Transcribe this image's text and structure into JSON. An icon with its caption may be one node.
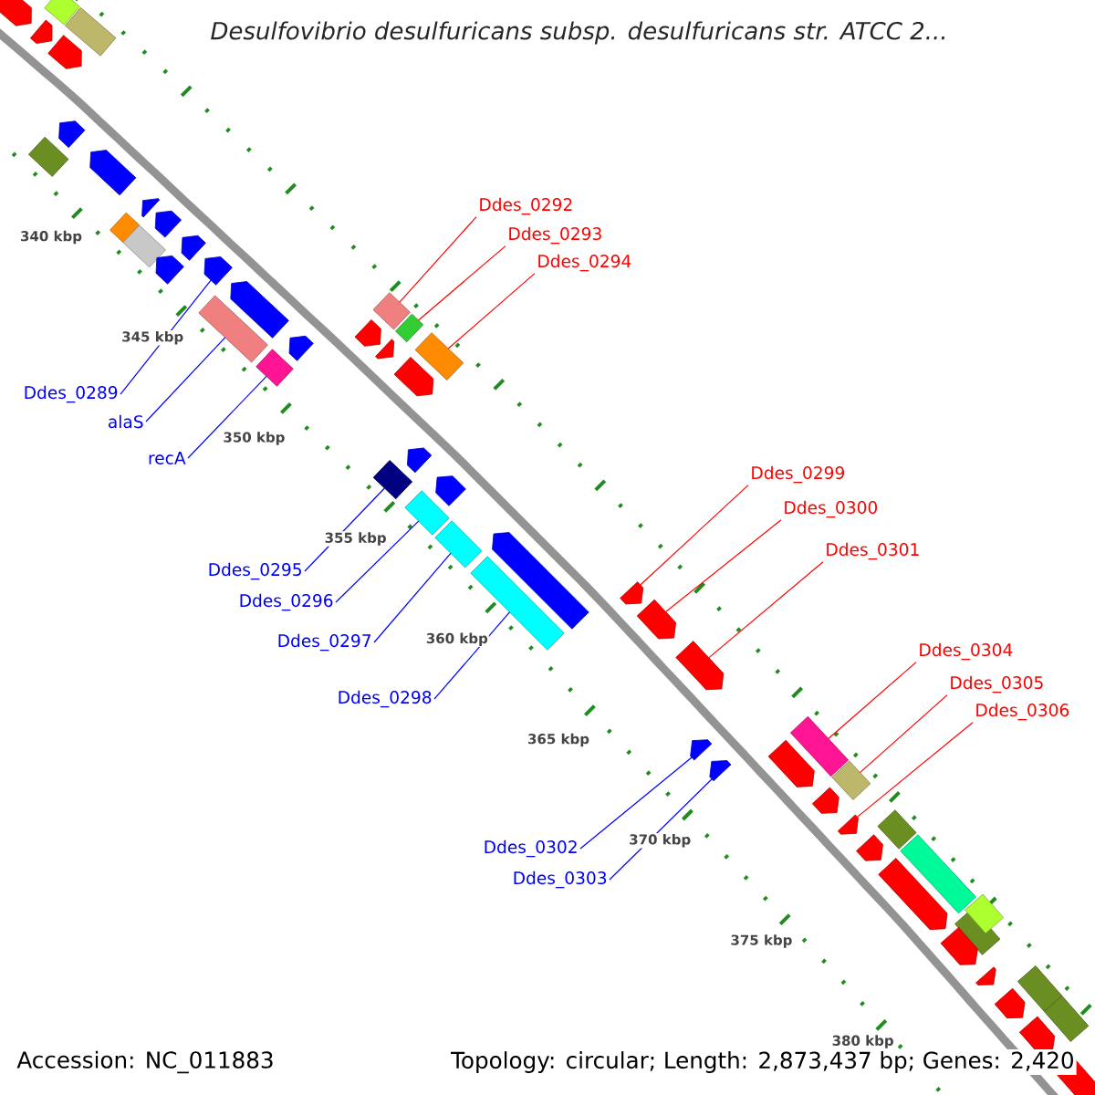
{
  "diagram": {
    "title": "Desulfovibrio desulfuricans subsp. desulfuricans str. ATCC 2...",
    "nodes": [
      {
        "text": [
          "Ddes_0292"
        ]
      },
      {
        "text": [
          "Ddes_0293"
        ]
      },
      {
        "text": [
          "Ddes_0294"
        ]
      },
      {
        "text": [
          "Ddes_0289"
        ]
      },
      {
        "text": [
          "alaS"
        ]
      },
      {
        "text": [
          "recA"
        ]
      },
      {
        "text": [
          "Ddes_0299"
        ]
      },
      {
        "text": [
          "Ddes_0300"
        ]
      },
      {
        "text": [
          "Ddes_0301"
        ]
      },
      {
        "text": [
          "Ddes_0295"
        ]
      },
      {
        "text": [
          "Ddes_0296"
        ]
      },
      {
        "text": [
          "Ddes_0297"
        ]
      },
      {
        "text": [
          "Ddes_0298"
        ]
      },
      {
        "text": [
          "Ddes_0304"
        ]
      },
      {
        "text": [
          "Ddes_0305"
        ]
      },
      {
        "text": [
          "Ddes_0306"
        ]
      },
      {
        "text": [
          "Ddes_0302"
        ]
      },
      {
        "text": [
          "Ddes_0303"
        ]
      },
      {
        "text": [],
        "shape": "arrow"
      },
      {
        "text": [],
        "shape": "bar"
      },
      {
        "text": [],
        "shape": "arrow"
      },
      {
        "text": [],
        "shape": "bar"
      },
      {
        "text": [],
        "shape": "arrow"
      },
      {
        "text": [],
        "shape": "bar"
      },
      {
        "text": [],
        "shape": "arrow"
      },
      {
        "text": [],
        "shape": "arrow"
      },
      {
        "text": [],
        "shape": "bar"
      },
      {
        "text": [],
        "shape": "arrow"
      },
      {
        "text": [],
        "shape": "bar"
      },
      {
        "text": [],
        "shape": "arrow"
      },
      {
        "text": [],
        "shape": "arrow"
      },
      {
        "text": [],
        "shape": "arrow"
      },
      {
        "text": [],
        "shape": "arrow"
      },
      {
        "text": [],
        "shape": "bar"
      },
      {
        "text": [],
        "shape": "arrow"
      },
      {
        "text": [],
        "shape": "bar"
      },
      {
        "text": [],
        "shape": "arrow"
      },
      {
        "text": [],
        "shape": "bar"
      },
      {
        "text": [],
        "shape": "arrow"
      },
      {
        "text": [],
        "shape": "arrow"
      },
      {
        "text": [],
        "shape": "bar"
      },
      {
        "text": [],
        "shape": "arrow"
      },
      {
        "text": [],
        "shape": "bar"
      },
      {
        "text": [],
        "shape": "bar"
      },
      {
        "text": [],
        "shape": "arrow"
      },
      {
        "text": [],
        "shape": "bar"
      },
      {
        "text": [],
        "shape": "arrow"
      },
      {
        "text": [],
        "shape": "bar"
      },
      {
        "text": [],
        "shape": "arrow"
      },
      {
        "text": [],
        "shape": "bar"
      },
      {
        "text": [],
        "shape": "arrow"
      },
      {
        "text": [],
        "shape": "arrow"
      },
      {
        "text": [],
        "shape": "arrow"
      },
      {
        "text": [],
        "shape": "arrow"
      },
      {
        "text": [],
        "shape": "arrow"
      },
      {
        "text": [],
        "shape": "arrow"
      },
      {
        "text": [],
        "shape": "bar"
      },
      {
        "text": [],
        "shape": "arrow"
      },
      {
        "text": [],
        "shape": "bar"
      },
      {
        "text": [],
        "shape": "arrow"
      },
      {
        "text": [],
        "shape": "arrow"
      },
      {
        "text": [],
        "shape": "bar"
      },
      {
        "text": [],
        "shape": "arrow"
      },
      {
        "text": [],
        "shape": "bar"
      },
      {
        "text": [],
        "shape": "bar"
      },
      {
        "text": [],
        "shape": "arrow"
      },
      {
        "text": [],
        "shape": "bar"
      },
      {
        "text": [],
        "shape": "arrow"
      },
      {
        "text": [],
        "shape": "arrow"
      },
      {
        "text": [],
        "shape": "bar"
      },
      {
        "text": [],
        "shape": "arrow"
      },
      {
        "text": [],
        "shape": "bar"
      },
      {
        "text": [],
        "shape": "arrow"
      }
    ],
    "edges": [
      {
        "from": 0,
        "to": 37,
        "arrow": "none"
      },
      {
        "from": 1,
        "to": 40,
        "arrow": "none"
      },
      {
        "from": 2,
        "to": 42,
        "arrow": "none"
      },
      {
        "from": 3,
        "to": 32,
        "arrow": "none",
        "color": "#0000ff"
      },
      {
        "from": 4,
        "to": 33,
        "arrow": "none",
        "color": "#0000ff"
      },
      {
        "from": 5,
        "to": 35,
        "arrow": "none",
        "color": "#0000ff"
      },
      {
        "from": 6,
        "to": 50,
        "arrow": "none"
      },
      {
        "from": 7,
        "to": 51,
        "arrow": "none"
      },
      {
        "from": 8,
        "to": 52,
        "arrow": "none"
      },
      {
        "from": 9,
        "to": 43,
        "arrow": "none",
        "color": "#0000ff"
      },
      {
        "from": 10,
        "to": 45,
        "arrow": "none",
        "color": "#0000ff"
      },
      {
        "from": 11,
        "to": 47,
        "arrow": "none",
        "color": "#0000ff"
      },
      {
        "from": 12,
        "to": 49,
        "arrow": "none",
        "color": "#0000ff"
      },
      {
        "from": 13,
        "to": 56,
        "arrow": "none"
      },
      {
        "from": 14,
        "to": 58,
        "arrow": "none"
      },
      {
        "from": 15,
        "to": 59,
        "arrow": "none"
      },
      {
        "from": 16,
        "to": 53,
        "arrow": "none",
        "color": "#0000ff"
      },
      {
        "from": 17,
        "to": 54,
        "arrow": "none",
        "color": "#0000ff"
      }
    ],
    "labels": [
      "340 kbp",
      "345 kbp",
      "350 kbp",
      "355 kbp",
      "360 kbp",
      "365 kbp",
      "370 kbp",
      "375 kbp",
      "380 kbp",
      "Accession: NC_011883",
      "Topology: circular; Length: 2,873,437 bp; Genes: 2,420"
    ]
  }
}
